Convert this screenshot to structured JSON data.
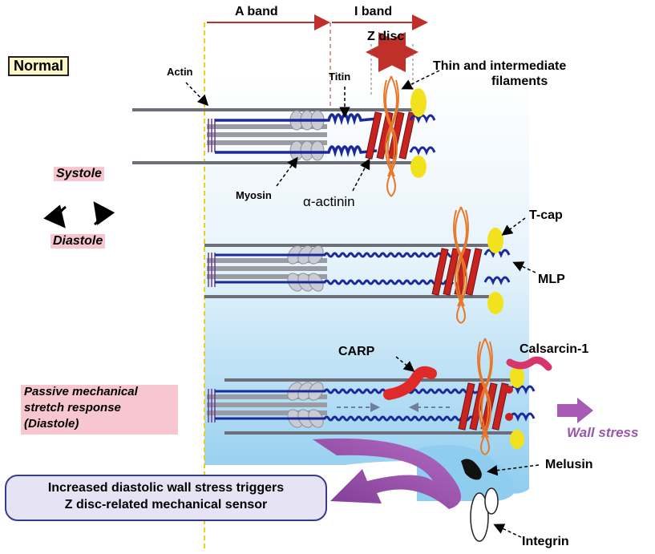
{
  "bands": {
    "a_band": "A band",
    "i_band": "I band",
    "z_disc": "Z disc"
  },
  "state_label": "Normal",
  "cycle": {
    "systole": "Systole",
    "diastole": "Diastole"
  },
  "stretch_label": {
    "line1": "Passive mechanical",
    "line2": "stretch response",
    "line3": "(Diastole)"
  },
  "labels": {
    "actin": "Actin",
    "titin": "Titin",
    "thin_filaments_line1": "Thin and intermediate",
    "thin_filaments_line2": "filaments",
    "myosin": "Myosin",
    "alpha_actinin": "α-actinin",
    "tcap": "T-cap",
    "mlp": "MLP",
    "carp": "CARP",
    "calsarcin": "Calsarcin-1",
    "wall_stress": "Wall stress",
    "melusin": "Melusin",
    "integrin": "Integrin"
  },
  "callout": {
    "line1": "Increased diastolic wall stress triggers",
    "line2": "Z disc-related mechanical sensor"
  },
  "colors": {
    "titin": "#1a2a9c",
    "actin": "#6d6f78",
    "zdisc_red": "#c8231f",
    "filament_orange": "#e8772a",
    "tcap_yellow": "#f2e21e",
    "carp_red": "#e02a2a",
    "calsarcin_pink": "#d8356a",
    "arrow_purple": "#a85bb5",
    "cell_blue": "#bfe0f4",
    "label_pink": "#f7c6cf",
    "band_arrow": "#c0302b"
  }
}
